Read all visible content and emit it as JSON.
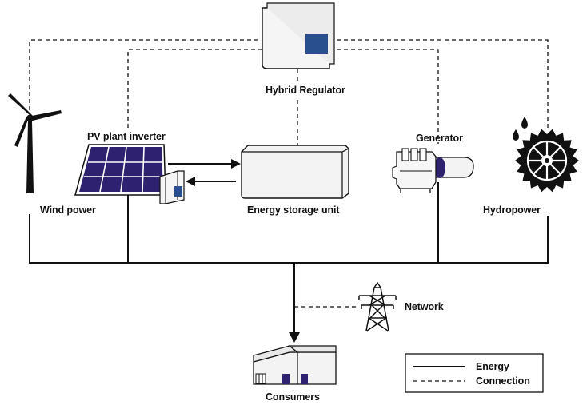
{
  "labels": {
    "hybrid_regulator": "Hybrid Regulator",
    "pv_plant_inverter": "PV plant inverter",
    "generator": "Generator",
    "wind_power": "Wind power",
    "energy_storage_unit": "Energy storage unit",
    "hydropower": "Hydropower",
    "network": "Network",
    "consumers": "Consumers"
  },
  "legend": {
    "energy": "Energy",
    "connection": "Connection"
  },
  "colors": {
    "line": "#111111",
    "accent_blue": "#2a4f8f",
    "panel_purple": "#2e2270",
    "device_gray": "#f4f4f4"
  },
  "icons": [
    "wind-turbine-icon",
    "solar-panel-icon",
    "inverter-icon",
    "battery-storage-icon",
    "hybrid-regulator-icon",
    "generator-icon",
    "water-drops-icon",
    "water-wheel-icon",
    "transmission-tower-icon",
    "building-icon"
  ]
}
